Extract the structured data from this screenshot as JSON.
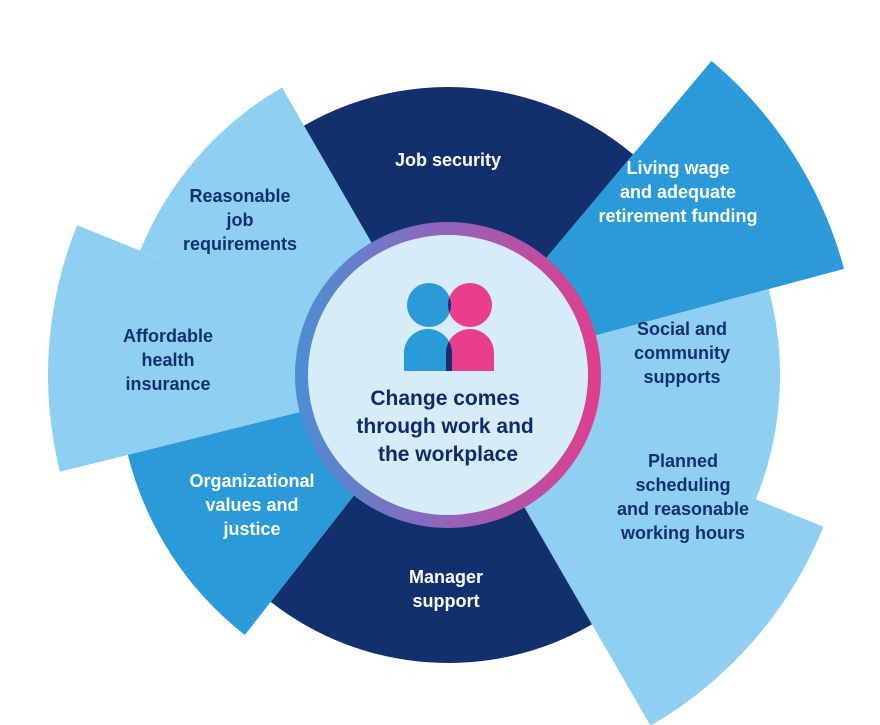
{
  "diagram": {
    "center": {
      "lines": [
        "Change comes",
        "through work and",
        "the workplace"
      ],
      "icon": "two-people-icon"
    },
    "segments": [
      {
        "id": "job-security",
        "lines": [
          "Job security"
        ],
        "text_color": "#ffffff",
        "fill": "#13306e"
      },
      {
        "id": "living-wage",
        "lines": [
          "Living wage",
          "and adequate",
          "retirement funding"
        ],
        "text_color": "#ffffff",
        "fill": "#2a9ad9"
      },
      {
        "id": "social-community",
        "lines": [
          "Social and",
          "community",
          "supports"
        ],
        "text_color": "#13306e",
        "fill": "#8fcff2"
      },
      {
        "id": "planned-scheduling",
        "lines": [
          "Planned",
          "scheduling",
          "and reasonable",
          "working hours"
        ],
        "text_color": "#13306e",
        "fill": "#8fcff2"
      },
      {
        "id": "manager-support",
        "lines": [
          "Manager",
          "support"
        ],
        "text_color": "#ffffff",
        "fill": "#13306e"
      },
      {
        "id": "organizational-values",
        "lines": [
          "Organizational",
          "values and",
          "justice"
        ],
        "text_color": "#ffffff",
        "fill": "#2a9ad9"
      },
      {
        "id": "affordable-health",
        "lines": [
          "Affordable",
          "health",
          "insurance"
        ],
        "text_color": "#13306e",
        "fill": "#8fcff2"
      },
      {
        "id": "reasonable-job",
        "lines": [
          "Reasonable",
          "job",
          "requirements"
        ],
        "text_color": "#13306e",
        "fill": "#8fcff2"
      }
    ],
    "colors": {
      "dark_navy": "#13306e",
      "mid_blue": "#2a9ad9",
      "light_blue": "#8fcff2",
      "center_fill": "#d7ecf9",
      "ring_gradient": [
        "#4a8fd3",
        "#9a5fb8",
        "#e23d8a"
      ],
      "person_blue": "#2a9ad9",
      "person_pink": "#e83e8c",
      "person_overlap": "#13306e"
    }
  }
}
